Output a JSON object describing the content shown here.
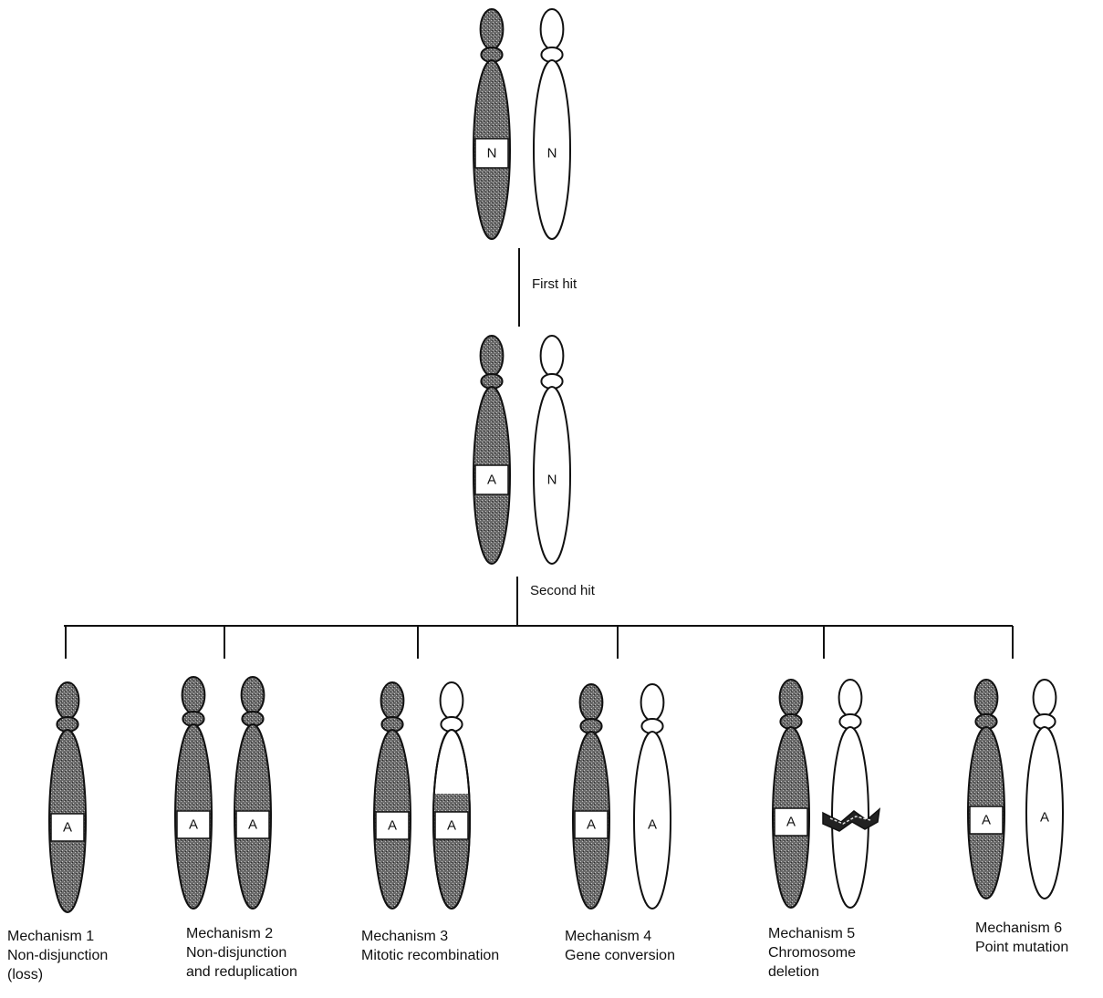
{
  "top_pair": {
    "left_allele": "N",
    "right_allele": "N"
  },
  "first_hit_label": "First hit",
  "middle_pair": {
    "left_allele": "A",
    "right_allele": "N"
  },
  "second_hit_label": "Second hit",
  "mechanisms": [
    {
      "line1": "Mechanism 1",
      "line2": "Non-disjunction",
      "line3": "(loss)",
      "alleles": [
        "A"
      ]
    },
    {
      "line1": "Mechanism 2",
      "line2": "Non-disjunction",
      "line3": "and reduplication",
      "alleles": [
        "A",
        "A"
      ]
    },
    {
      "line1": "Mechanism 3",
      "line2": "Mitotic recombination",
      "line3": "",
      "alleles": [
        "A",
        "A"
      ]
    },
    {
      "line1": "Mechanism 4",
      "line2": "Gene conversion",
      "line3": "",
      "alleles": [
        "A",
        "A"
      ]
    },
    {
      "line1": "Mechanism 5",
      "line2": "Chromosome",
      "line3": "deletion",
      "alleles": [
        "A"
      ]
    },
    {
      "line1": "Mechanism 6",
      "line2": "Point mutation",
      "line3": "",
      "alleles": [
        "A",
        "A"
      ]
    }
  ],
  "colors": {
    "shaded": "#555555",
    "outline": "#111111",
    "background": "#ffffff"
  }
}
